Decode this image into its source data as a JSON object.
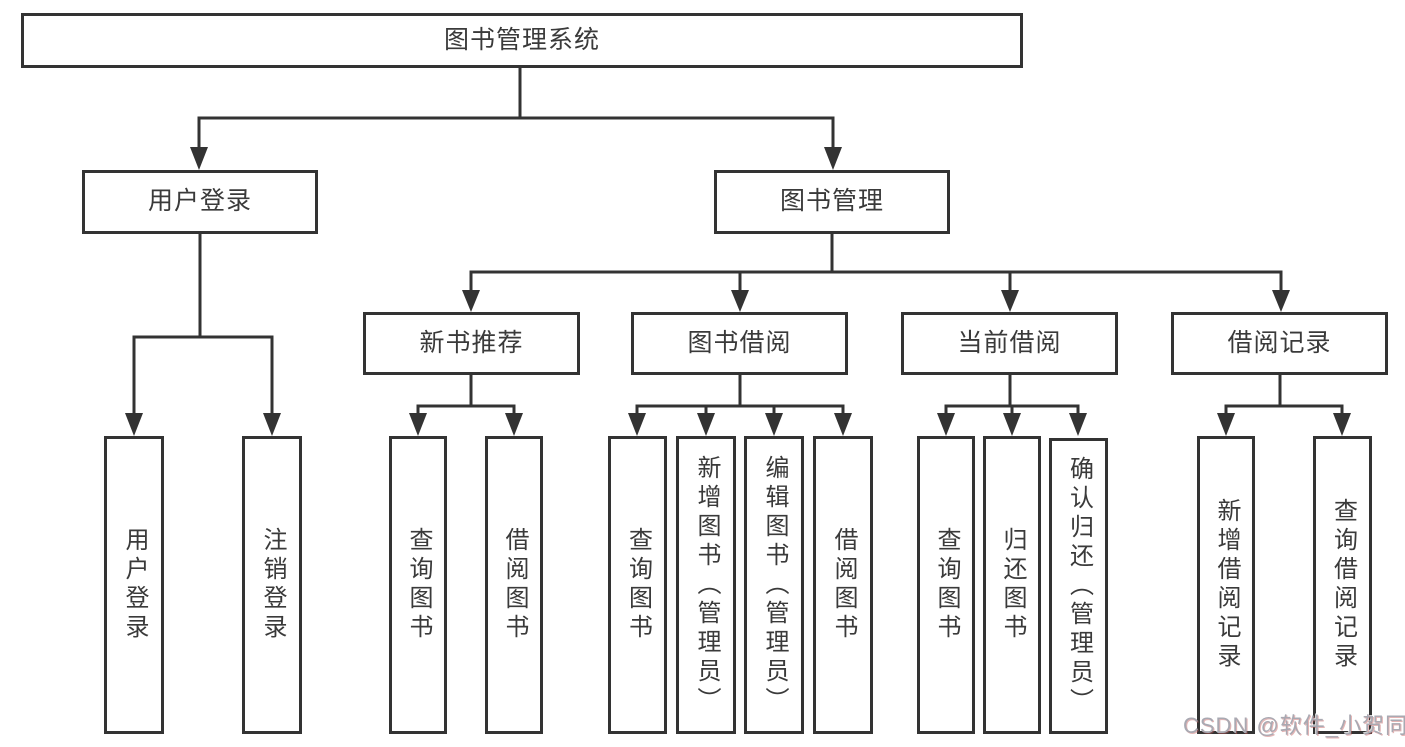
{
  "nodes": {
    "root": "图书管理系统",
    "user_login": "用户登录",
    "book_management": "图书管理",
    "new_book_recommend": "新书推荐",
    "book_borrow": "图书借阅",
    "current_borrow": "当前借阅",
    "borrow_records": "借阅记录",
    "ul_user_login": "用户登录",
    "ul_logout": "注销登录",
    "nb_query_books": "查询图书",
    "nb_borrow_books": "借阅图书",
    "bb_query_books": "查询图书",
    "bb_add_books_admin": "新增图书（管理员）",
    "bb_edit_books_admin": "编辑图书（管理员）",
    "bb_borrow_books": "借阅图书",
    "cb_query_books": "查询图书",
    "cb_return_books": "归还图书",
    "cb_confirm_return_admin": "确认归还（管理员）",
    "br_add_record": "新增借阅记录",
    "br_query_record": "查询借阅记录"
  },
  "colors": {
    "line": "#333333",
    "text": "#3a3a3a",
    "background": "#ffffff",
    "watermark": "#a9a9b2"
  },
  "watermark": "CSDN @软件_小贺同学"
}
